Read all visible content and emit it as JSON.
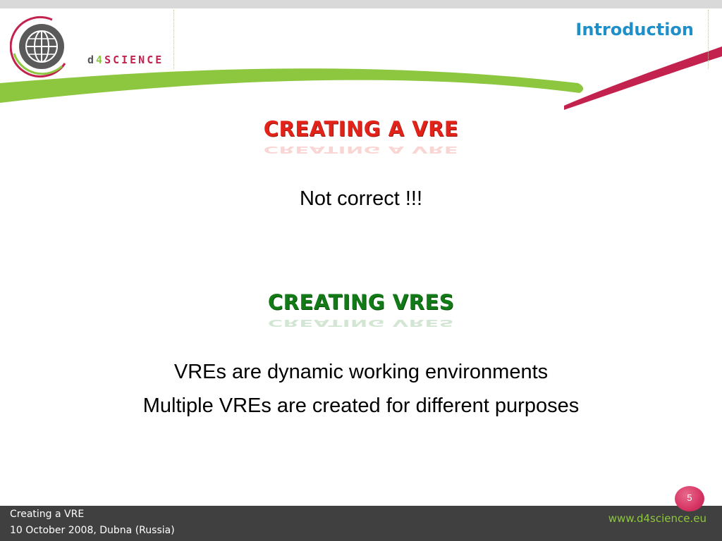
{
  "header": {
    "logo": {
      "text_prefix": "d",
      "text_four": "4",
      "text_suffix": "SCIENCE"
    },
    "section_title": "Introduction"
  },
  "slide": {
    "heading_1": "CREATING A VRE",
    "line_1": "Not correct !!!",
    "heading_2": "CREATING VRES",
    "line_2": "VREs are dynamic working environments",
    "line_3": "Multiple VREs are created for different purposes"
  },
  "badge": {
    "page_number": "5"
  },
  "footer": {
    "title": "Creating a VRE",
    "date_location": "10 October 2008, Dubna (Russia)",
    "website": "www.d4science.eu"
  },
  "colors": {
    "accent_blue": "#1f8fc9",
    "brand_green": "#8dc63f",
    "brand_magenta": "#c3224f",
    "heading_red": "#e2231a",
    "heading_green": "#127a16",
    "footer_bg": "#404040"
  }
}
